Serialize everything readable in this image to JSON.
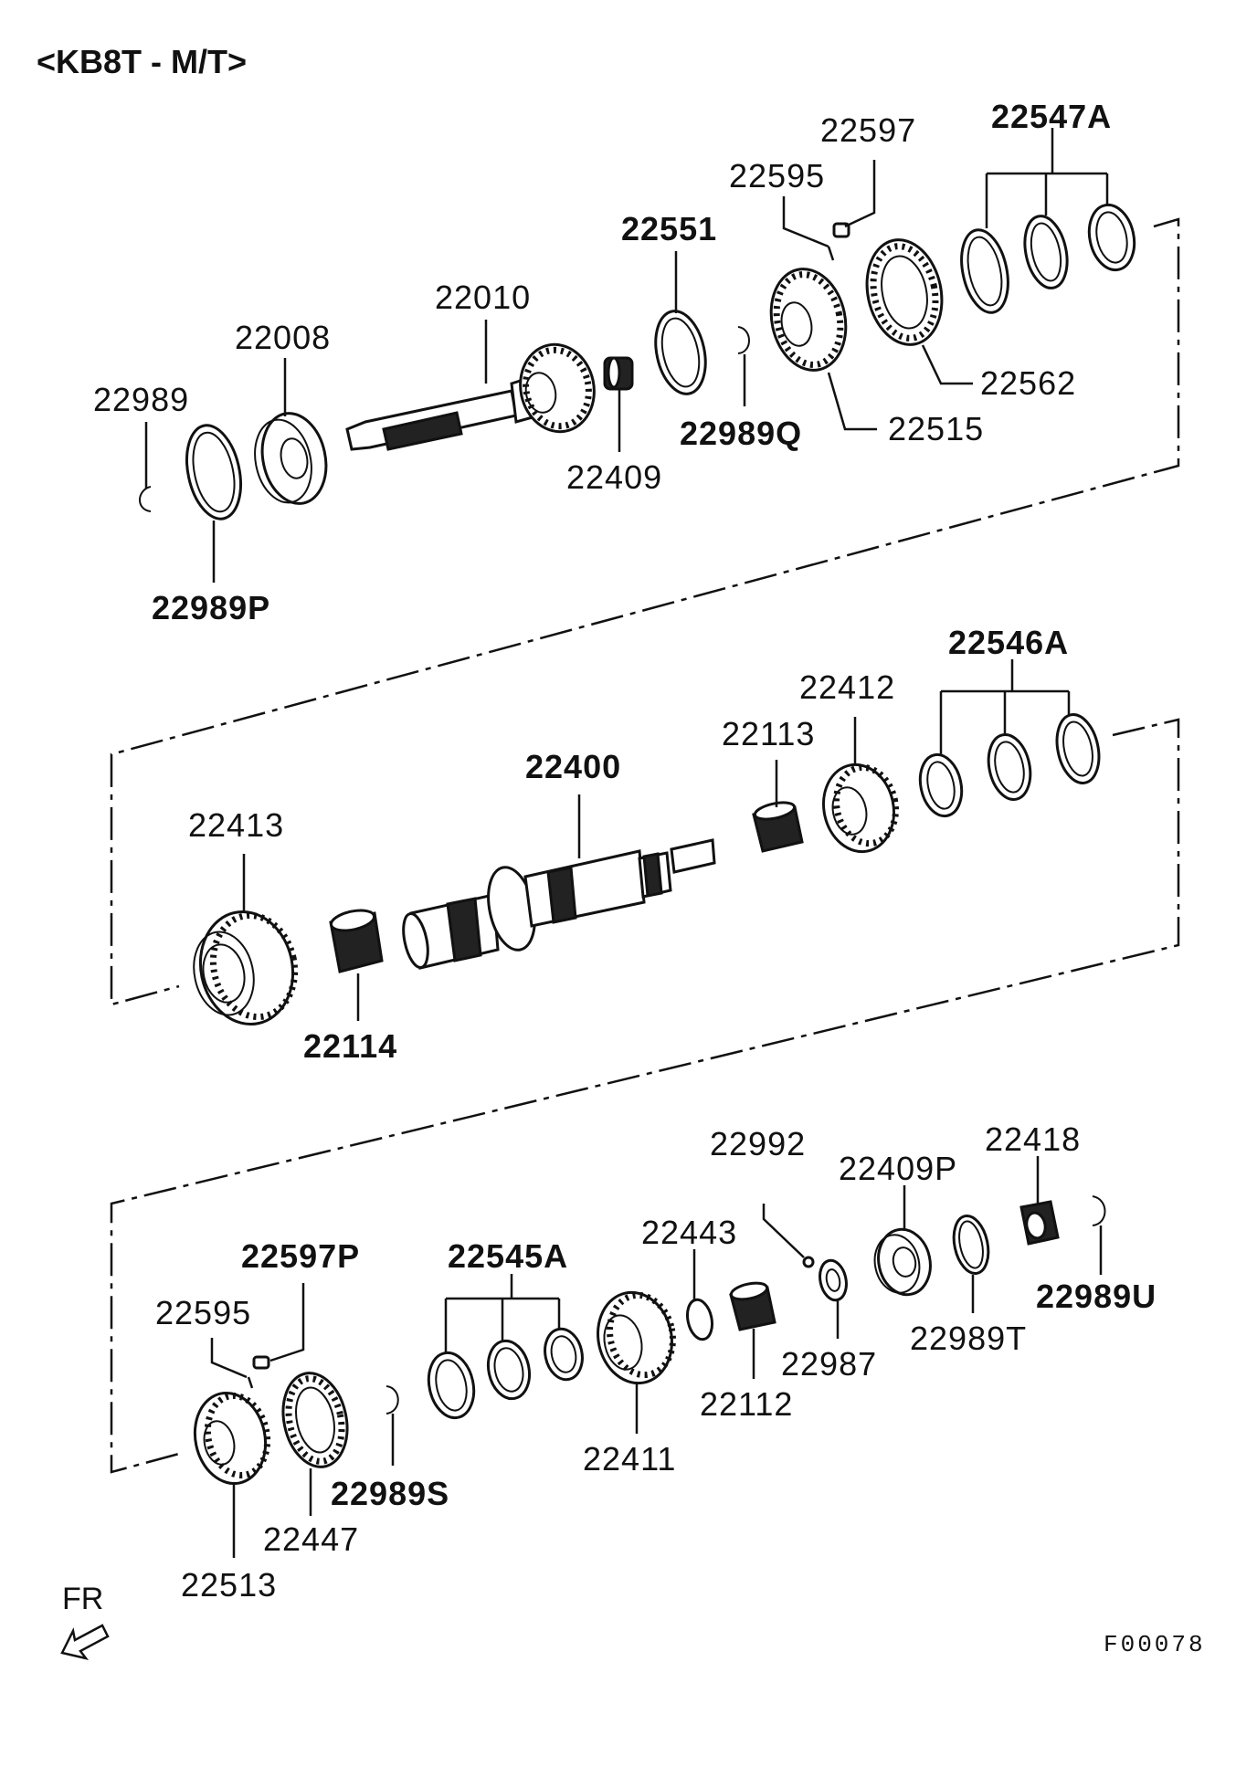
{
  "title": "<KB8T - M/T>",
  "direction_label": "FR",
  "figure_code": "F00078",
  "section1": {
    "labels": {
      "p22989": "22989",
      "p22008": "22008",
      "p22010": "22010",
      "p22989P": "22989P",
      "p22409": "22409",
      "p22551": "22551",
      "p22595": "22595",
      "p22597": "22597",
      "p22547A": "22547A",
      "p22989Q": "22989Q",
      "p22515": "22515",
      "p22562": "22562"
    }
  },
  "section2": {
    "labels": {
      "p22413": "22413",
      "p22114": "22114",
      "p22400": "22400",
      "p22113": "22113",
      "p22412": "22412",
      "p22546A": "22546A"
    }
  },
  "section3": {
    "labels": {
      "p22992": "22992",
      "p22418": "22418",
      "p22409P": "22409P",
      "p22443": "22443",
      "p22597P": "22597P",
      "p22545A": "22545A",
      "p22595": "22595",
      "p22989U": "22989U",
      "p22989T": "22989T",
      "p22987": "22987",
      "p22112": "22112",
      "p22411": "22411",
      "p22989S": "22989S",
      "p22447": "22447",
      "p22513": "22513"
    }
  }
}
